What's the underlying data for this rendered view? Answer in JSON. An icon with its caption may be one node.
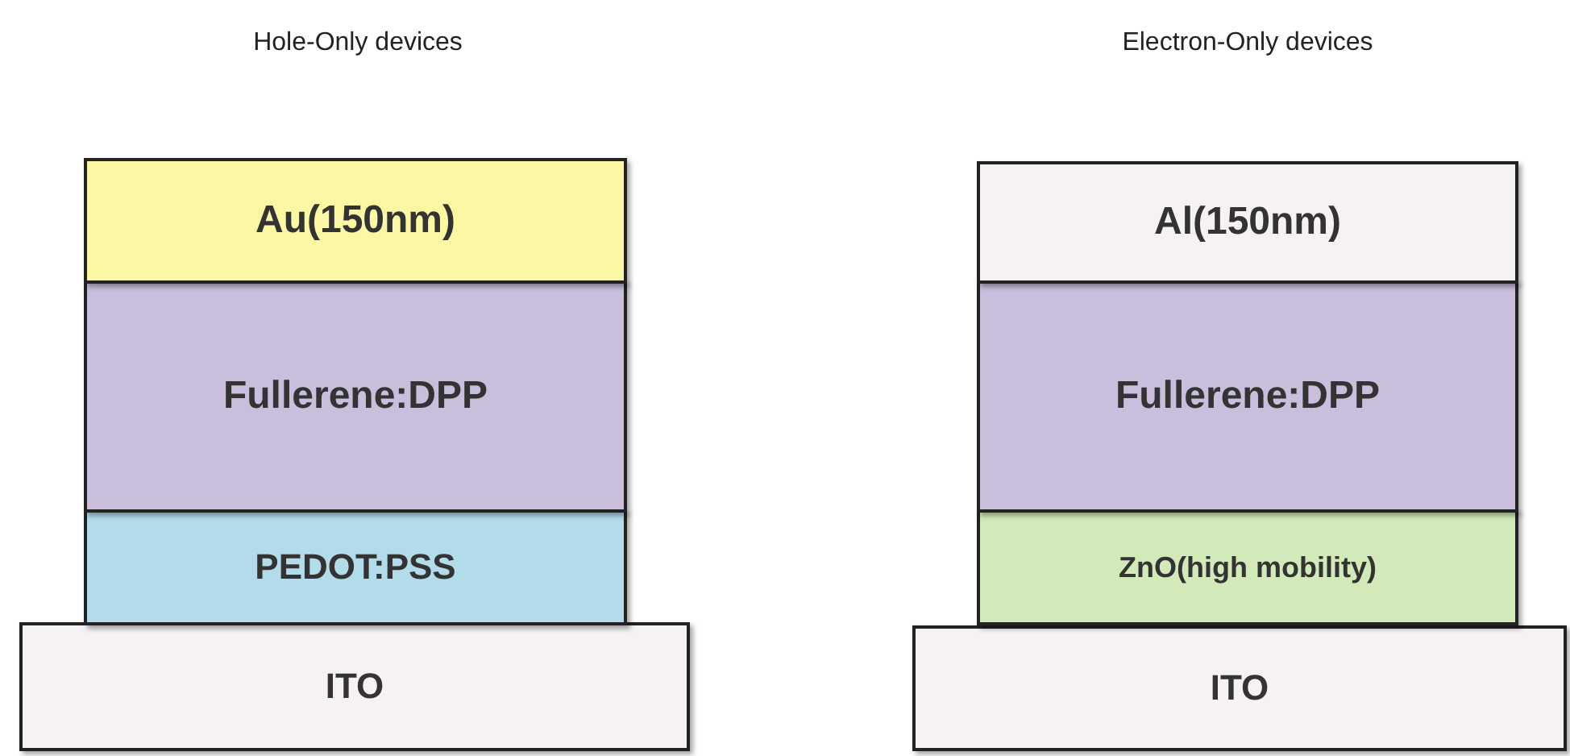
{
  "diagram": {
    "nodes": [
      {
        "text": [
          "Au(150nm)"
        ]
      },
      {
        "text": [
          "Fullerene:DPP"
        ]
      },
      {
        "text": [
          "PEDOT:PSS"
        ]
      },
      {
        "text": [
          "ITO"
        ]
      },
      {
        "text": [
          "Al(150nm)"
        ]
      },
      {
        "text": [
          "Fullerene:DPP"
        ]
      },
      {
        "text": [
          "ZnO(high mobility)"
        ]
      },
      {
        "text": [
          "ITO"
        ]
      }
    ],
    "labels": [
      "Hole-Only devices",
      "Electron-Only devices"
    ]
  }
}
